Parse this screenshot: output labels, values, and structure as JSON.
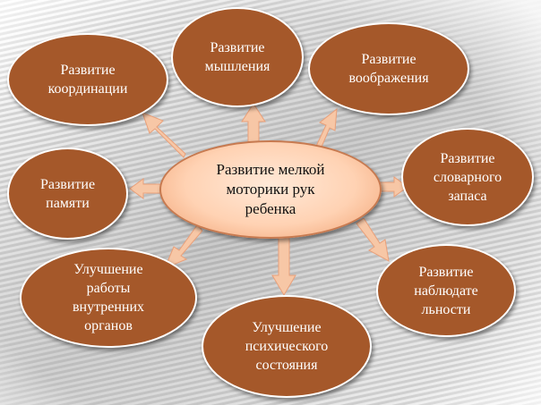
{
  "colors": {
    "node_fill": "#a5582a",
    "node_border": "#ffffff",
    "center_fill_inner": "#ffe3cf",
    "center_fill_outer": "#f2a676",
    "arrow_fill": "#f7c7a6",
    "text_light": "#ffffff",
    "text_dark": "#111111"
  },
  "diagram": {
    "center": {
      "text": "Развитие мелкой\nмоторики рук\nребенка"
    },
    "nodes": [
      {
        "id": "coordination",
        "text": "Развитие\nкоординации"
      },
      {
        "id": "thinking",
        "text": "Развитие\nмышления"
      },
      {
        "id": "imagination",
        "text": "Развитие\nвоображения"
      },
      {
        "id": "vocabulary",
        "text": "Развитие\nсловарного\nзапаса"
      },
      {
        "id": "memory",
        "text": "Развитие\nпамяти"
      },
      {
        "id": "observation",
        "text": "Развитие\nнаблюдате\nльности"
      },
      {
        "id": "organs",
        "text": "Улучшение\nработы\nвнутренних\nорганов"
      },
      {
        "id": "psyche",
        "text": "Улучшение\nпсихического\nсостояния"
      }
    ]
  }
}
